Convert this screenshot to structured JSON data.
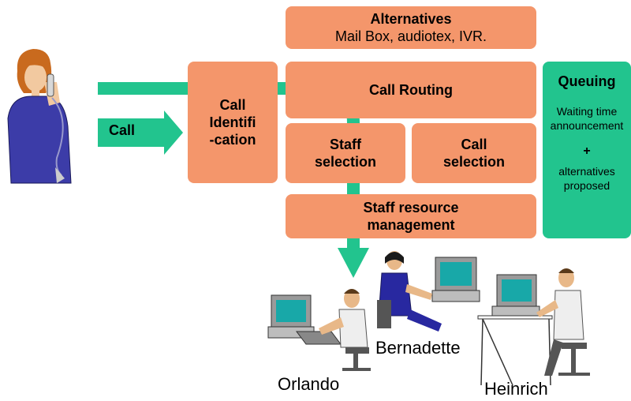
{
  "colors": {
    "box": "#f4966b",
    "accent": "#22c48e"
  },
  "boxes": {
    "alternatives": {
      "title": "Alternatives",
      "subtitle": "Mail Box, audiotex, IVR."
    },
    "call_routing": "Call Routing",
    "call_identification": [
      "Call",
      "Identifi",
      "-cation"
    ],
    "staff_selection": [
      "Staff",
      "selection"
    ],
    "call_selection": [
      "Call",
      "selection"
    ],
    "staff_resource_management": [
      "Staff resource",
      "management"
    ],
    "queuing": {
      "title": "Queuing",
      "line1": "Waiting time",
      "line2": "announcement",
      "plus": "+",
      "line3": "alternatives",
      "line4": "proposed"
    }
  },
  "arrow_call_label": "Call",
  "agents": [
    "Orlando",
    "Bernadette",
    "Heinrich"
  ],
  "icons": [
    "caller-woman-on-phone-icon",
    "agent-orlando-at-computer-icon",
    "agent-bernadette-at-computer-icon",
    "agent-heinrich-at-computer-icon"
  ]
}
